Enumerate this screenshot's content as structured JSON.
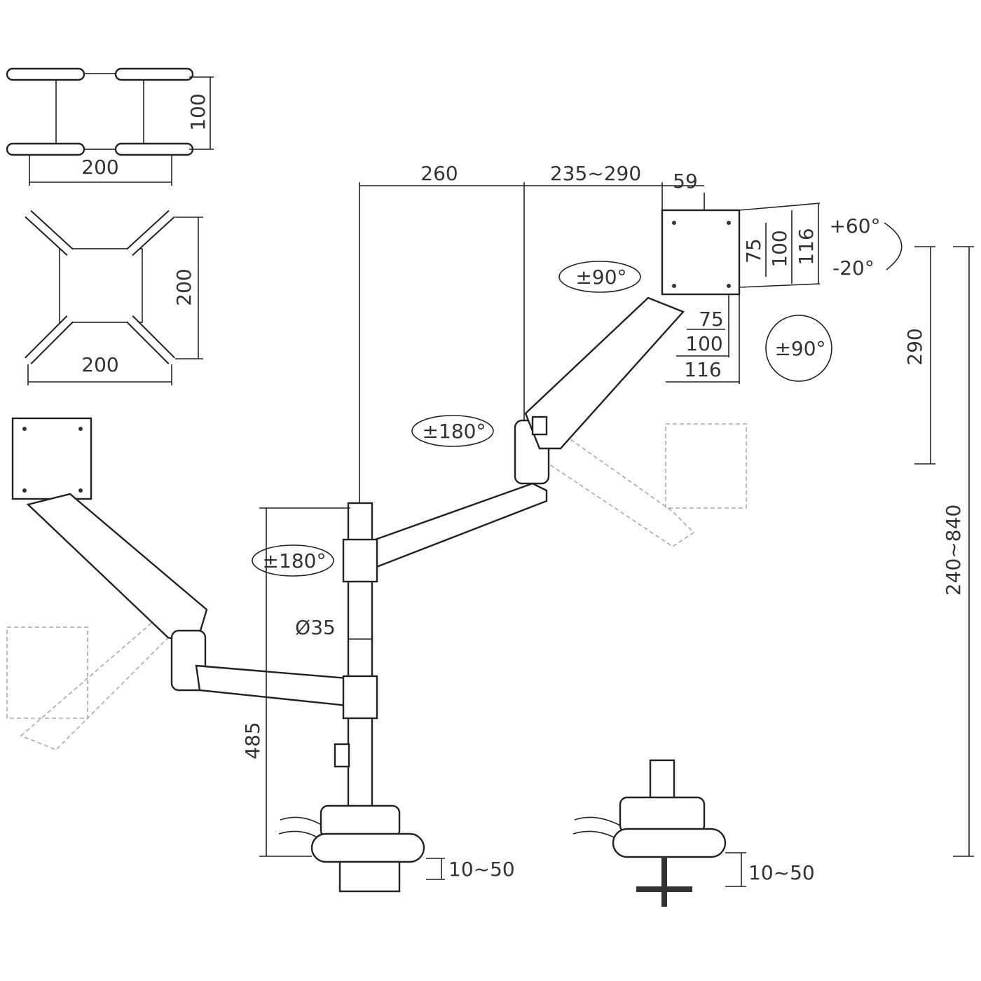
{
  "vesa_plate_small": {
    "height": "100",
    "width": "200"
  },
  "vesa_plate_large": {
    "height": "200",
    "width": "200"
  },
  "arm_dims": {
    "inner_arm": "260",
    "outer_arm": "235~290",
    "head_depth": "59"
  },
  "tilt": {
    "up": "+60°",
    "down": "-20°"
  },
  "vesa_vertical": [
    "75",
    "100",
    "116"
  ],
  "vesa_horizontal": [
    "75",
    "100",
    "116"
  ],
  "swivel_head": "±90°",
  "rotation": "±90°",
  "height_adjust": "290",
  "elbow_swivel": "±180°",
  "total_height": "240~840",
  "base_swivel": "±180°",
  "pole_diameter": "Ø35",
  "pole_height": "485",
  "desk_thickness_clamp": "10~50",
  "desk_thickness_grommet": "10~50"
}
